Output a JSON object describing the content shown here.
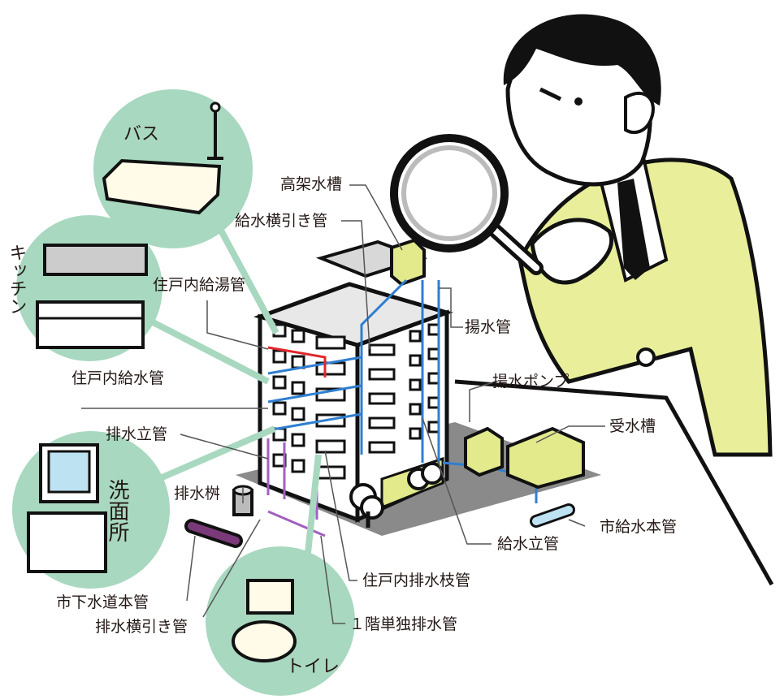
{
  "labels": {
    "bath": "バス",
    "kitchen": "キッチン",
    "washroom": "洗面所",
    "toilet": "トイレ",
    "elevated_tank": "高架水槽",
    "supply_horizontal_pipe": "給水横引き管",
    "unit_hot_water_pipe": "住戸内給湯管",
    "pumping_pipe": "揚水管",
    "unit_water_supply_pipe": "住戸内給水管",
    "pumping_pump": "揚水ポンプ",
    "receiving_tank": "受水槽",
    "drain_vertical_pipe": "排水立管",
    "drain_basin": "排水桝",
    "city_water_main": "市給水本管",
    "supply_vertical_pipe": "給水立管",
    "unit_drain_branch_pipe": "住戸内排水枝管",
    "city_sewer_main": "市下水道本管",
    "drain_horizontal_pipe": "排水横引き管",
    "first_floor_single_drain": "１階単独排水管"
  },
  "colors": {
    "circle_green": "#a8d8c0",
    "suit_yellow": "#e9ee9a",
    "water_blue": "#2f7fd0",
    "hot_red": "#e0282c",
    "drain_purple": "#a060c0",
    "ground_gray": "#8a8a8a",
    "tank_yellow": "#e3ea8c"
  },
  "icons": [
    "bathtub-icon",
    "kitchen-icon",
    "washbasin-icon",
    "toilet-icon",
    "magnifying-glass-icon",
    "tree-icon"
  ]
}
